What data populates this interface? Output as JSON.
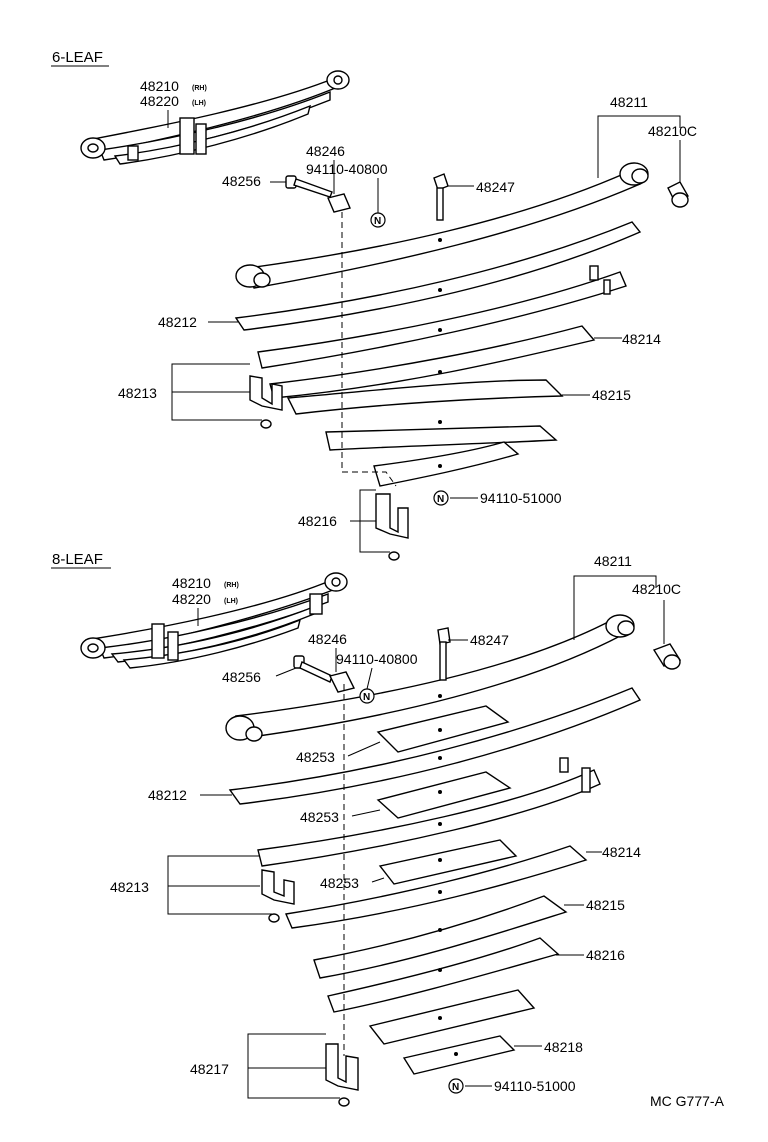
{
  "sections": [
    {
      "header": "6-LEAF",
      "labels": {
        "rh": "48210",
        "rh_suffix": "(RH)",
        "lh": "48220",
        "lh_suffix": "(LH)",
        "main_leaf": "48211",
        "bushing": "48210C",
        "bolt": "48256",
        "pin": "48246",
        "nut": "94110-40800",
        "center_bolt": "48247",
        "leaf2": "48212",
        "clip_a": "48213",
        "leaf3": "48214",
        "leaf4": "48215",
        "clip_b": "48216",
        "clip_nut": "94110-51000"
      }
    },
    {
      "header": "8-LEAF",
      "labels": {
        "rh": "48210",
        "rh_suffix": "(RH)",
        "lh": "48220",
        "lh_suffix": "(LH)",
        "main_leaf": "48211",
        "bushing": "48210C",
        "pin": "48246",
        "nut": "94110-40800",
        "center_bolt": "48247",
        "bolt": "48256",
        "liner1": "48253",
        "leaf2": "48212",
        "liner2": "48253",
        "leaf3": "48214",
        "clip_a": "48213",
        "liner3": "48253",
        "leaf4": "48215",
        "leaf5": "48216",
        "leaf6": "48218",
        "clip_b": "48217",
        "clip_nut": "94110-51000"
      }
    }
  ],
  "nut_symbol": "N",
  "footer_code": "MC G777-A"
}
